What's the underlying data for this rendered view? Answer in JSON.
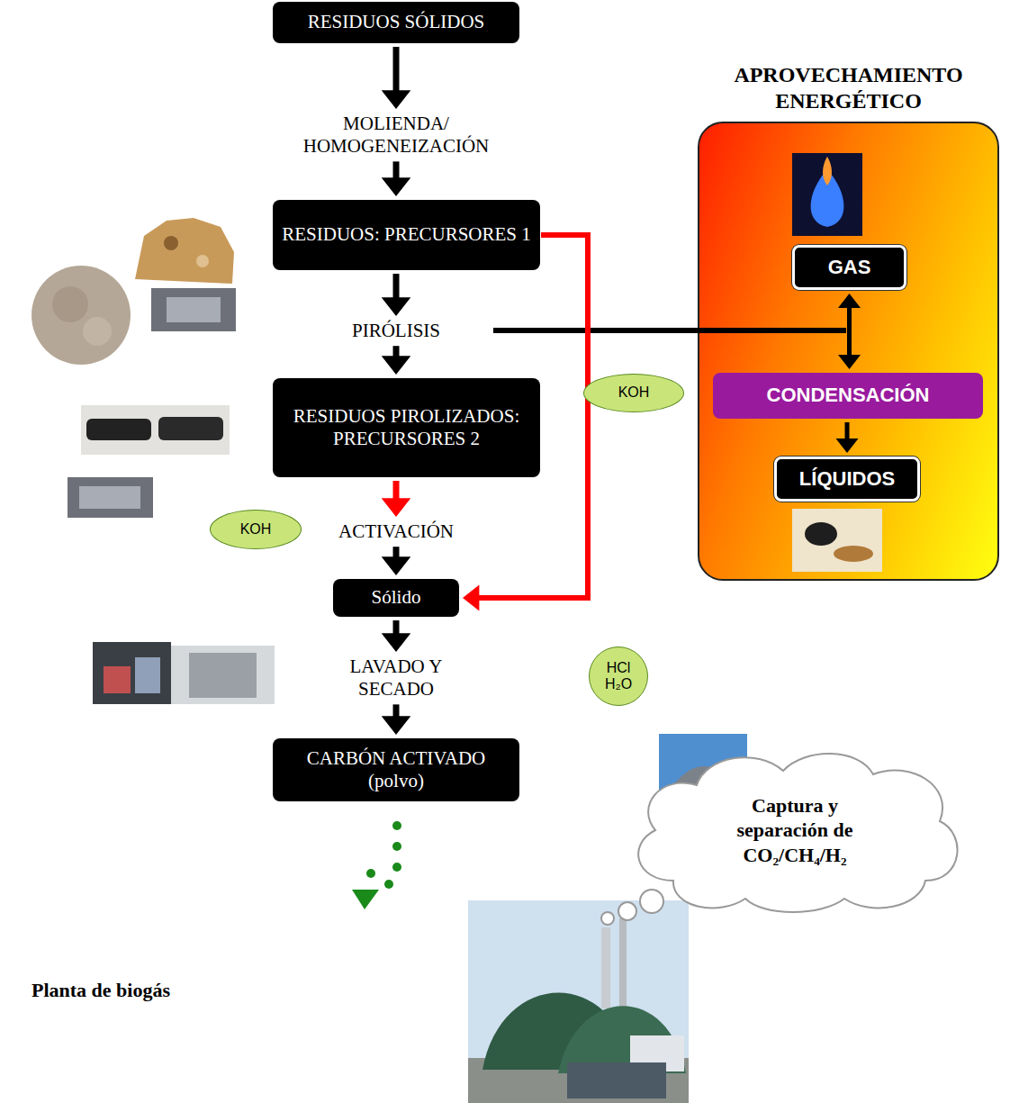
{
  "diagram": {
    "nodes": [
      {
        "text": [
          "RESIDUOS SÓLIDOS"
        ]
      },
      {
        "text": [
          "RESIDUOS: PRECURSORES 1"
        ]
      },
      {
        "text": [
          "RESIDUOS PIROLIZADOS: PRECURSORES 2"
        ]
      },
      {
        "text": [
          "Sólido"
        ]
      },
      {
        "text": [
          "CARBÓN ACTIVADO (polvo)"
        ]
      },
      {
        "text": [
          "APROVECHAMIENTO ENERGÉTICO"
        ]
      },
      {
        "text": [
          "GAS"
        ],
        "in": 5
      },
      {
        "text": [
          "CONDENSACIÓN"
        ],
        "in": 5
      },
      {
        "text": [
          "LÍQUIDOS"
        ],
        "in": 5
      },
      {
        "text": [
          "KOH"
        ]
      },
      {
        "text": [
          "KOH"
        ]
      },
      {
        "text": [
          "HCl H₂O"
        ]
      },
      {
        "text": [
          "Captura y separación de CO₂/CH₄/H₂"
        ]
      }
    ],
    "edges": [
      {
        "from": 0,
        "to": 1,
        "arrow": "to",
        "label": "MOLIENDA/ HOMOGENEIZACIÓN"
      },
      {
        "from": 1,
        "to": 2,
        "arrow": "to",
        "label": "PIRÓLISIS"
      },
      {
        "from": 2,
        "to": 3,
        "arrow": "to",
        "label": "ACTIVACIÓN"
      },
      {
        "from": 3,
        "to": 4,
        "arrow": "to",
        "label": "LAVADO Y SECADO"
      },
      {
        "from": 1,
        "to": 3,
        "arrow": "to"
      },
      {
        "from": 6,
        "to": 7,
        "arrow": "both"
      },
      {
        "from": 7,
        "to": 8,
        "arrow": "to"
      }
    ],
    "labels": [
      "Planta de biogás"
    ]
  }
}
